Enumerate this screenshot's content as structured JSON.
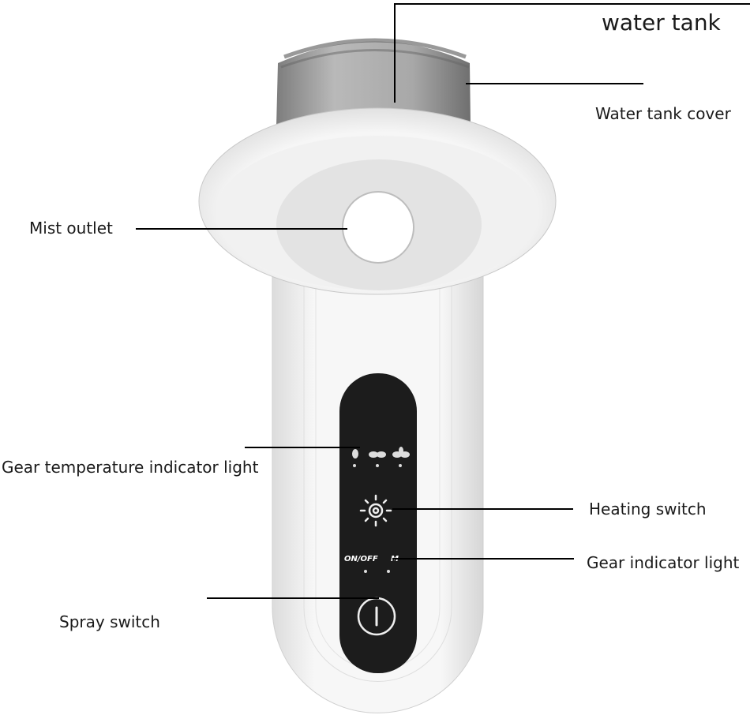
{
  "labels": {
    "water_tank": "water tank",
    "water_tank_cover": "Water tank cover",
    "mist_outlet": "Mist outlet",
    "gear_temperature_indicator_light": "Gear temperature indicator light",
    "heating_switch": "Heating switch",
    "gear_indicator_light": "Gear indicator light",
    "spray_switch": "Spray switch"
  },
  "panel": {
    "on_off": "ON/OFF",
    "mode": "M"
  },
  "colors": {
    "device_body": "#f4f4f4",
    "control_panel": "#1c1c1c",
    "tank": "#9a9a9a",
    "leader_line": "#000000"
  }
}
